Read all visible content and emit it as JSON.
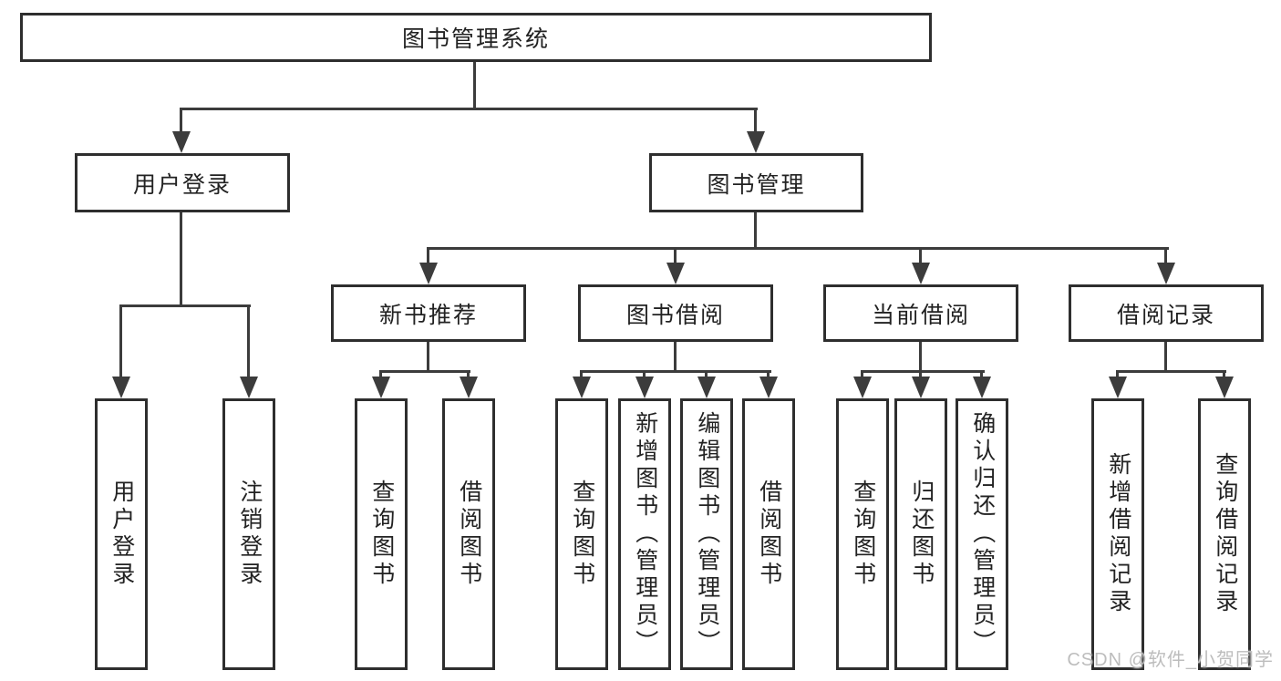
{
  "tree": {
    "root": "图书管理系统",
    "level2": [
      {
        "label": "用户登录",
        "children": [
          "用户登录",
          "注销登录"
        ]
      },
      {
        "label": "图书管理"
      }
    ],
    "level3": [
      {
        "label": "新书推荐",
        "children": [
          "查询图书",
          "借阅图书"
        ]
      },
      {
        "label": "图书借阅",
        "children": [
          "查询图书",
          "新增图书（管理员）",
          "编辑图书（管理员）",
          "借阅图书"
        ]
      },
      {
        "label": "当前借阅",
        "children": [
          "查询图书",
          "归还图书",
          "确认归还（管理员）"
        ]
      },
      {
        "label": "借阅记录",
        "children": [
          "新增借阅记录",
          "查询借阅记录"
        ]
      }
    ]
  },
  "watermark": "CSDN @软件_小贺同学",
  "colors": {
    "line": "#3c3c3c",
    "border": "#2e2e2e",
    "text": "#222222",
    "watermark": "#bdbdbd",
    "background": "#ffffff"
  }
}
